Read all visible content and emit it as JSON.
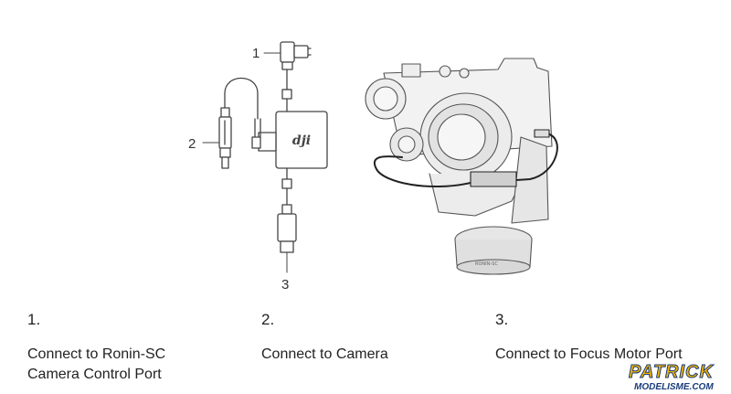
{
  "callouts": {
    "c1": "1",
    "c2": "2",
    "c3": "3"
  },
  "hub_logo": "dji",
  "gimbal_label": "RONIN-SC",
  "steps": [
    {
      "number": "1.",
      "text": "Connect to Ronin-SC",
      "text2": "Camera Control Port"
    },
    {
      "number": "2.",
      "text": "Connect to Camera"
    },
    {
      "number": "3.",
      "text": "Connect to Focus Motor Port"
    }
  ],
  "watermark": {
    "main": "PATRICK",
    "sub": "MODELISME.COM"
  }
}
